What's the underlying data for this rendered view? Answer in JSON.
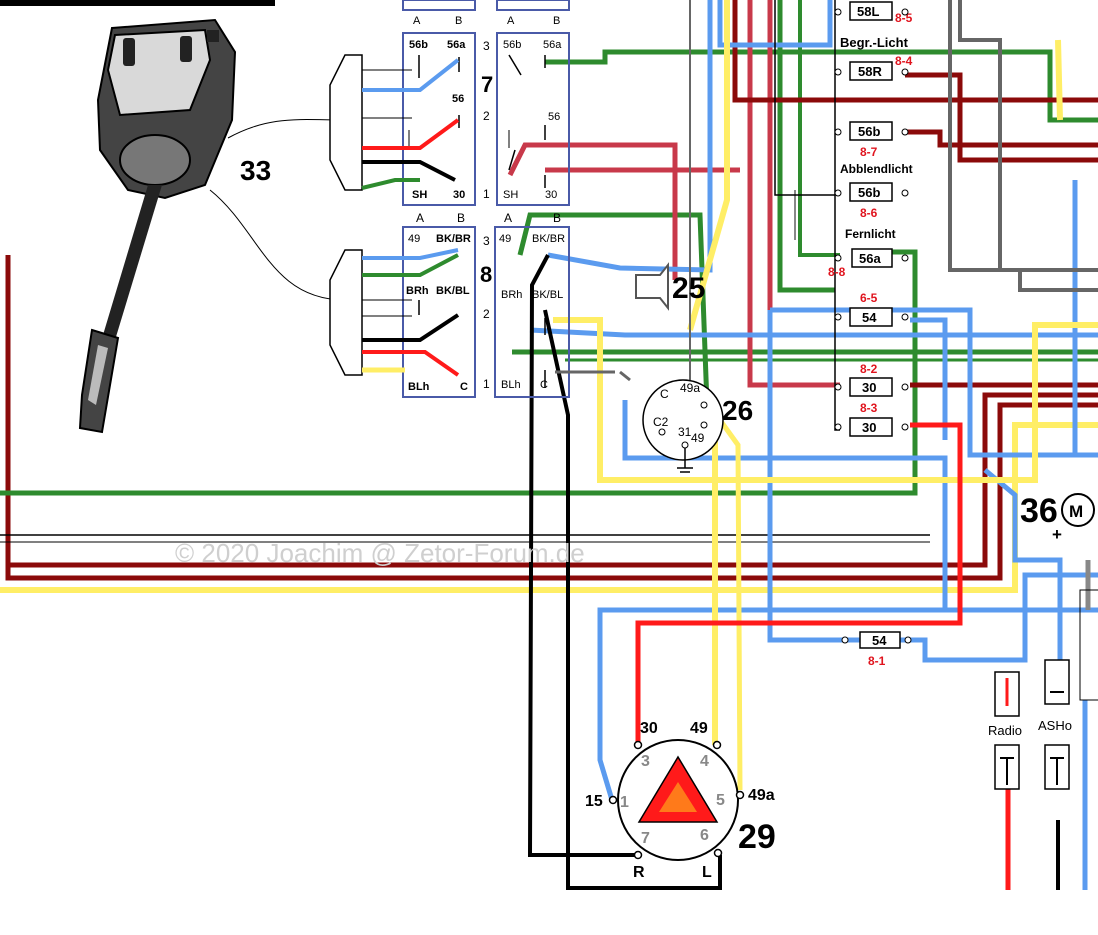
{
  "watermark": "© 2020 Joachim @ Zetor-Forum.de",
  "colors": {
    "blue": "#5b9bef",
    "green": "#2e8b2e",
    "red": "#ff1a1a",
    "darkred": "#8b0a0a",
    "rose": "#c8394a",
    "yellow": "#ffee66",
    "black": "#000000",
    "gray": "#666666",
    "box": "#4a5aa8",
    "label_red": "#e0141e"
  },
  "switch33": {
    "number": "33",
    "col_a": "A",
    "col_b": "B",
    "sw7": {
      "number": "7",
      "row3": "3",
      "row2": "2",
      "row1": "1",
      "t56b": "56b",
      "t56a": "56a",
      "t56": "56",
      "tSH": "SH",
      "t30": "30"
    },
    "sw8": {
      "number": "8",
      "row3": "3",
      "row2": "2",
      "row1": "1",
      "t49": "49",
      "tBKBR": "BK/BR",
      "tBRh": "BRh",
      "tBKBL": "BK/BL",
      "tBLh": "BLh",
      "tC": "C"
    }
  },
  "horn": {
    "number": "25"
  },
  "flasher": {
    "number": "26",
    "t49a": "49a",
    "tC": "C",
    "tC2": "C2",
    "t31": "31",
    "t49": "49"
  },
  "hazard": {
    "number": "29",
    "t30": "30",
    "t49": "49",
    "t49a": "49a",
    "t15": "15",
    "tR": "R",
    "tL": "L",
    "p3": "3",
    "p4": "4",
    "p1": "1",
    "p5": "5",
    "p7": "7",
    "p6": "6"
  },
  "fusebox": {
    "groups": [
      {
        "label": "Begr.-Licht",
        "fuses": [
          {
            "name": "58L",
            "id": "8-5"
          },
          {
            "name": "58R",
            "id": "8-4"
          }
        ]
      },
      {
        "label": "Abblendlicht",
        "fuses": [
          {
            "name": "56b",
            "id": "8-7"
          },
          {
            "name": "56b",
            "id": "8-6"
          }
        ]
      },
      {
        "label": "Fernlicht",
        "fuses": [
          {
            "name": "56a",
            "id": "8-8"
          }
        ]
      },
      {
        "label": "",
        "fuses": [
          {
            "name": "54",
            "id": "6-5"
          }
        ]
      },
      {
        "label": "",
        "fuses": [
          {
            "name": "30",
            "id": "8-2"
          },
          {
            "name": "30",
            "id": "8-3"
          }
        ]
      },
      {
        "label": "",
        "fuses": [
          {
            "name": "54",
            "id": "8-1"
          }
        ]
      }
    ]
  },
  "motor": {
    "number": "36",
    "symbol": "M",
    "plus": "+"
  },
  "sockets": {
    "radio": "Radio",
    "asho": "ASHo"
  }
}
